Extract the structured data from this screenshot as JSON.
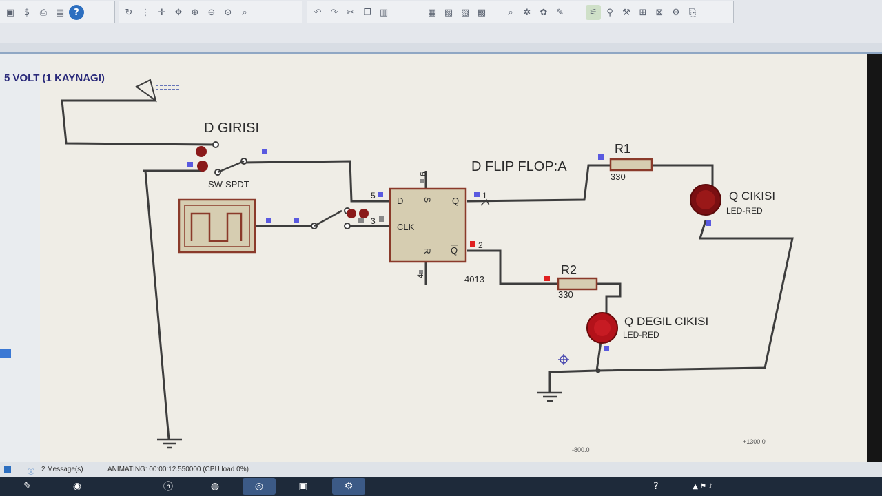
{
  "toolbar": {
    "help_icon": "question-icon",
    "groups": [
      "file",
      "edit",
      "view",
      "zoom",
      "undo",
      "clipboard",
      "blocks",
      "tools",
      "design"
    ]
  },
  "schematic": {
    "source_label": "5 VOLT (1 KAYNAGI)",
    "d_input_label": "D GIRISI",
    "switch_label": "SW-SPDT",
    "flipflop_title": "D FLIP FLOP:A",
    "chip_part": "4013",
    "pin_d": "D",
    "pin_s": "S",
    "pin_q": "Q",
    "pin_clk": "CLK",
    "pin_r": "R",
    "pin_qbar": "Q",
    "pin5": "5",
    "pin6": "6",
    "pin3": "3",
    "pin4": "4",
    "pin1": "1",
    "pin2": "2",
    "r1_name": "R1",
    "r1_value": "330",
    "r2_name": "R2",
    "r2_value": "330",
    "led1_label": "Q CIKISI",
    "led1_type": "LED-RED",
    "led2_label": "Q DEGIL CIKISI",
    "led2_type": "LED-RED",
    "coord_mid": "-800.0",
    "coord_right": "+1300.0"
  },
  "status": {
    "messages": "2 Message(s)",
    "animating": "ANIMATING: 00:00:12.550000 (CPU load 0%)"
  },
  "colors": {
    "wire": "#3d3d3d",
    "component_fill": "#d6cdb1",
    "component_border": "#8a3a2a",
    "led_red": "#b3121a",
    "pin_blue": "#5a5ae0",
    "pin_red": "#e02020"
  }
}
